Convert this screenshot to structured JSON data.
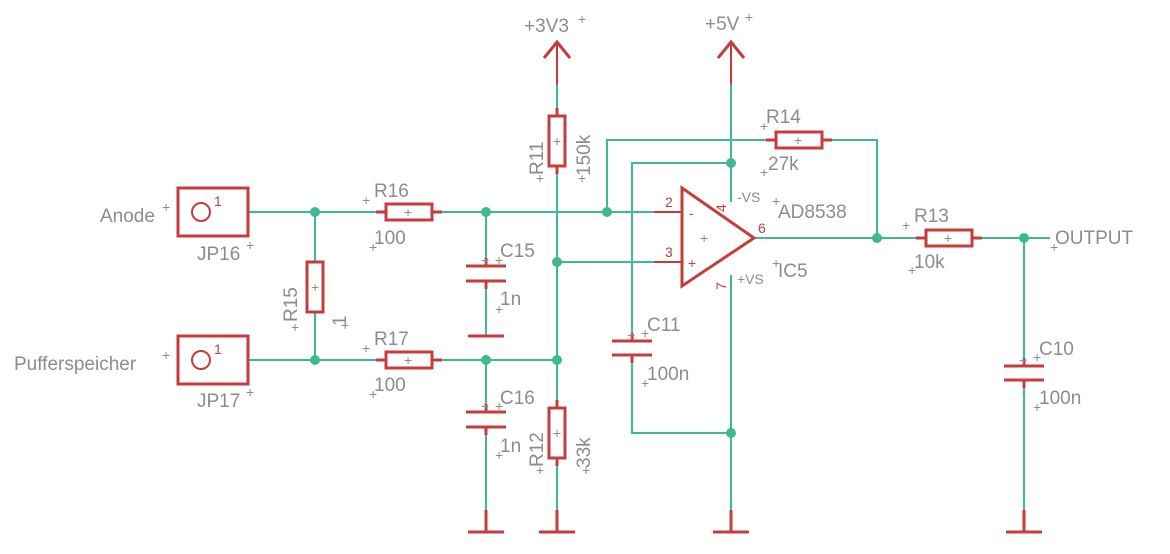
{
  "supplies": {
    "v33": "+3V3",
    "v5": "+5V"
  },
  "connectors": {
    "jp16": {
      "name": "JP16",
      "net": "Anode",
      "pin": "1"
    },
    "jp17": {
      "name": "JP17",
      "net": "Pufferspeicher",
      "pin": "1"
    }
  },
  "resistors": {
    "r11": {
      "name": "R11",
      "value": "150k"
    },
    "r12": {
      "name": "R12",
      "value": "33k"
    },
    "r13": {
      "name": "R13",
      "value": "10k"
    },
    "r14": {
      "name": "R14",
      "value": "27k"
    },
    "r15": {
      "name": "R15",
      "value": "1"
    },
    "r16": {
      "name": "R16",
      "value": "100"
    },
    "r17": {
      "name": "R17",
      "value": "100"
    }
  },
  "capacitors": {
    "c10": {
      "name": "C10",
      "value": "100n"
    },
    "c11": {
      "name": "C11",
      "value": "100n"
    },
    "c15": {
      "name": "C15",
      "value": "1n"
    },
    "c16": {
      "name": "C16",
      "value": "1n"
    }
  },
  "opamp": {
    "name": "IC5",
    "value": "AD8538",
    "pin_inv": "2",
    "pin_noninv": "3",
    "pin_out": "6",
    "pin_vneg": "4",
    "pin_vpos": "7",
    "sign_minus": "-",
    "sign_plus": "+",
    "vs_neg": "-VS",
    "vs_pos": "+VS"
  },
  "output_label": "OUTPUT",
  "colors": {
    "wire": "#3fb98f",
    "part": "#c63c3c",
    "text": "#8c8c8c"
  }
}
